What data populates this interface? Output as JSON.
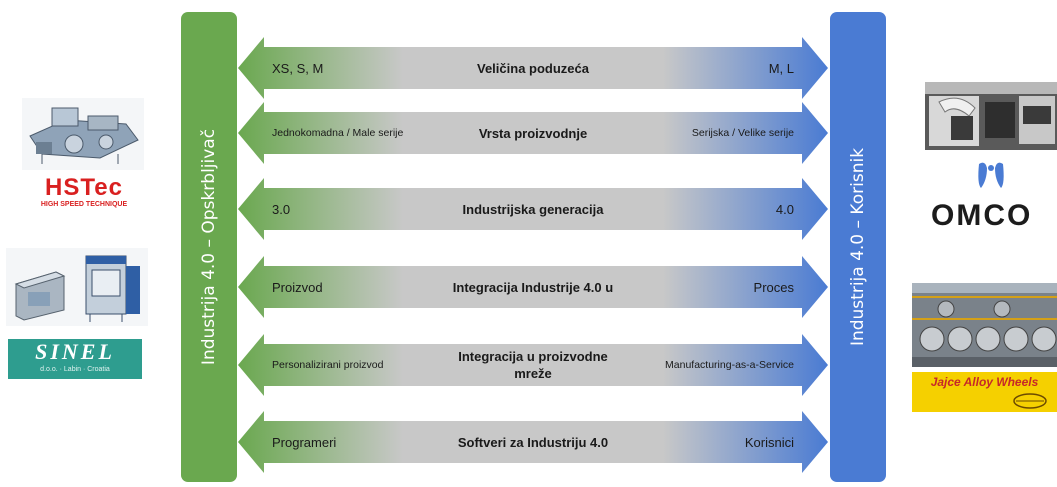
{
  "supplier_label": "Industrija 4.0 – Opskrbljivač",
  "user_label": "Industrija 4.0 – Korisnik",
  "colors": {
    "green": "#6aa84f",
    "blue": "#4a7bd3",
    "arrow_mid": "#c8c8c8"
  },
  "rows": [
    {
      "left": "XS, S, M",
      "center": "Veličina poduzeća",
      "right": "M, L"
    },
    {
      "left": "Jednokomadna / Male serije",
      "center": "Vrsta proizvodnje",
      "right": "Serijska / Velike serije"
    },
    {
      "left": "3.0",
      "center": "Industrijska generacija",
      "right": "4.0"
    },
    {
      "left": "Proizvod",
      "center": "Integracija Industrije 4.0 u",
      "right": "Proces"
    },
    {
      "left": "Personalizirani proizvod",
      "center": "Integracija u proizvodne mreže",
      "right": "Manufacturing-as-a-Service"
    },
    {
      "left": "Programeri",
      "center": "Softveri za Industriju 4.0",
      "right": "Korisnici"
    }
  ],
  "logos": {
    "hstec": {
      "name": "HSTec",
      "tagline": "HIGH SPEED TECHNIQUE"
    },
    "sinel": {
      "name": "SINEL",
      "tagline": "d.o.o. · Labin · Croatia"
    },
    "omco": {
      "name": "OMCO"
    },
    "jajce": {
      "name": "Jajce Alloy Wheels"
    }
  }
}
